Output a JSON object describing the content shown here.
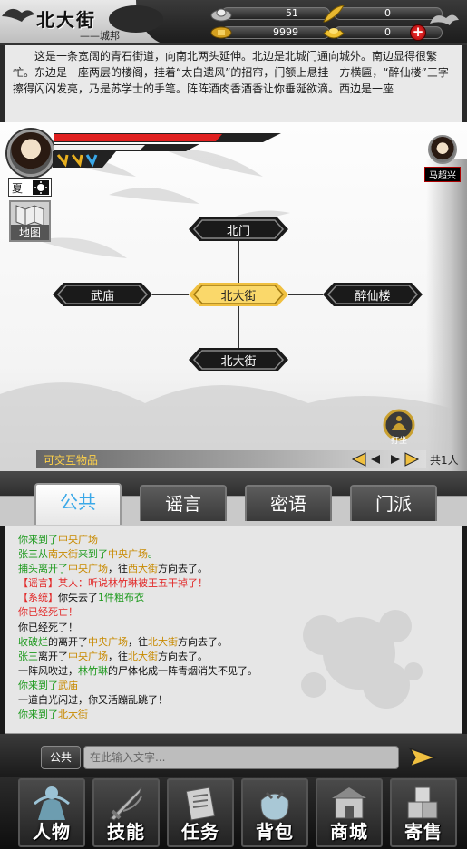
{
  "header": {
    "location_name": "北大街",
    "region": "——城邦",
    "resources": [
      {
        "icon": "silver-ingot-icon",
        "value": "51"
      },
      {
        "icon": "gold-feather-icon",
        "value": "0"
      },
      {
        "icon": "scroll-coin-icon",
        "value": "9999"
      },
      {
        "icon": "gold-ingot-icon",
        "value": "0"
      }
    ],
    "add_label": "+"
  },
  "description": "这是一条宽阔的青石街道，向南北两头延伸。北边是北城门通向城外。南边显得很繁忙。东边是一座两层的楼阁，挂着“太白遗风”的招帘，门额上悬挂一方横匾，“醉仙楼”三字擦得闪闪发亮，乃是苏学士的手笔。阵阵酒肉香酒香让你垂涎欲滴。西边是一座",
  "map": {
    "season": "夏",
    "map_button": "地图",
    "npc_name": "马超兴",
    "exits": {
      "north": "北门",
      "west": "武庙",
      "center": "北大街",
      "east": "醉仙楼",
      "south": "北大街"
    },
    "sleep_label": "打坐",
    "items_label": "可交互物品",
    "people_count": "共1人"
  },
  "tabs": [
    {
      "label": "公共",
      "active": true
    },
    {
      "label": "谣言",
      "active": false
    },
    {
      "label": "密语",
      "active": false
    },
    {
      "label": "门派",
      "active": false
    }
  ],
  "chat": [
    [
      {
        "t": "你来到了",
        "c": "g"
      },
      {
        "t": "中央广场",
        "c": "o"
      }
    ],
    [
      {
        "t": "张三从",
        "c": "g"
      },
      {
        "t": "南大街",
        "c": "o"
      },
      {
        "t": "来到了",
        "c": "g"
      },
      {
        "t": "中央广场",
        "c": "o"
      },
      {
        "t": "。",
        "c": "g"
      }
    ],
    [
      {
        "t": "捕头离开了",
        "c": "g"
      },
      {
        "t": "中央广场",
        "c": "o"
      },
      {
        "t": "，往",
        "c": "k"
      },
      {
        "t": "西大街",
        "c": "o"
      },
      {
        "t": "方向去了。",
        "c": "k"
      }
    ],
    [
      {
        "t": "【谣言】某人：听说林竹琳被王五干掉了！",
        "c": "r"
      }
    ],
    [
      {
        "t": "【系统】",
        "c": "r"
      },
      {
        "t": "你失去了",
        "c": "k"
      },
      {
        "t": "1件粗布衣",
        "c": "g"
      }
    ],
    [
      {
        "t": "你已经死亡！",
        "c": "r"
      }
    ],
    [
      {
        "t": "你已经死了！",
        "c": "k"
      }
    ],
    [
      {
        "t": "收破烂",
        "c": "g"
      },
      {
        "t": "的离开了",
        "c": "k"
      },
      {
        "t": "中央广场",
        "c": "o"
      },
      {
        "t": "，往",
        "c": "k"
      },
      {
        "t": "北大街",
        "c": "o"
      },
      {
        "t": "方向去了。",
        "c": "k"
      }
    ],
    [
      {
        "t": "张三",
        "c": "g"
      },
      {
        "t": "离开了",
        "c": "k"
      },
      {
        "t": "中央广场",
        "c": "o"
      },
      {
        "t": "，往",
        "c": "k"
      },
      {
        "t": "北大街",
        "c": "o"
      },
      {
        "t": "方向去了。",
        "c": "k"
      }
    ],
    [
      {
        "t": "一阵风吹过，",
        "c": "k"
      },
      {
        "t": "林竹琳",
        "c": "g"
      },
      {
        "t": "的尸体化成一阵青烟消失不见了。",
        "c": "k"
      }
    ],
    [
      {
        "t": "你来到了",
        "c": "g"
      },
      {
        "t": "武庙",
        "c": "o"
      }
    ],
    [
      {
        "t": "一道白光闪过，你又活蹦乱跳了！",
        "c": "k"
      }
    ],
    [
      {
        "t": "你来到了",
        "c": "g"
      },
      {
        "t": "北大街",
        "c": "o"
      }
    ]
  ],
  "input": {
    "channel": "公共",
    "placeholder": "在此输入文字..."
  },
  "nav": [
    {
      "label": "人物",
      "icon": "warrior-icon"
    },
    {
      "label": "技能",
      "icon": "sword-icon"
    },
    {
      "label": "任务",
      "icon": "scroll-icon"
    },
    {
      "label": "背包",
      "icon": "bag-icon"
    },
    {
      "label": "商城",
      "icon": "shop-icon"
    },
    {
      "label": "寄售",
      "icon": "boxes-icon"
    }
  ],
  "colors": {
    "accent_tab": "#3aa8e8",
    "chat_green": "#1e9a1e",
    "chat_orange": "#c88a00",
    "chat_red": "#e22a2a",
    "current_room": "#f0c040"
  }
}
